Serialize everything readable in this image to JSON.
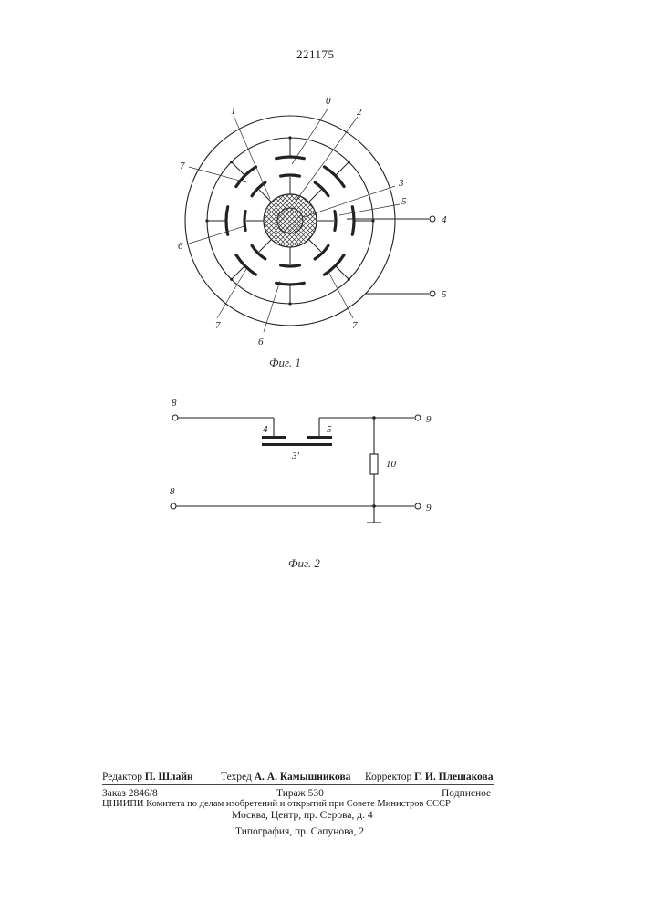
{
  "patent_number": "221175",
  "figure1": {
    "caption": "Фиг. 1",
    "labels": {
      "l1": "1",
      "l0": "0",
      "l2": "2",
      "l3": "3",
      "l5a": "5",
      "l7a": "7",
      "l6a": "6",
      "l7b": "7",
      "l6b": "6",
      "l7c": "7",
      "t4": "4",
      "t5": "5"
    }
  },
  "figure2": {
    "caption": "Фиг. 2",
    "labels": {
      "in_top": "8",
      "in_bot": "8",
      "out_top": "9",
      "out_bot": "9",
      "plate4": "4",
      "plate5": "5",
      "cap": "3'",
      "res": "10"
    }
  },
  "footer": {
    "editor_role": "Редактор",
    "editor_name": "П. Шлайн",
    "techred_role": "Техред",
    "techred_name": "А. А. Камышникова",
    "corrector_role": "Корректор",
    "corrector_name": "Г. И. Плешакова",
    "order": "Заказ 2846/8",
    "circulation": "Тираж 530",
    "subscription": "Подписное",
    "org": "ЦНИИПИ Комитета по делам изобретений и открытий при Совете Министров СССР",
    "address": "Москва, Центр, пр. Серова, д. 4",
    "printer": "Типография, пр. Сапунова, 2"
  }
}
